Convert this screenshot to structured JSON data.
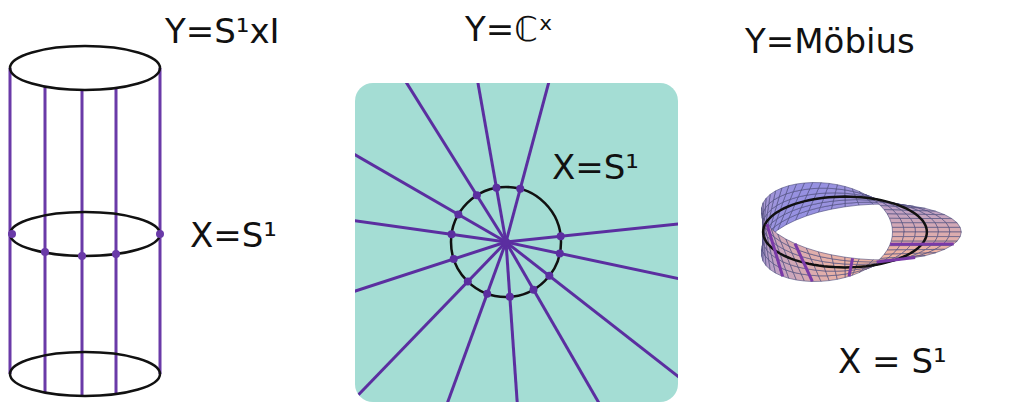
{
  "diagram": {
    "labels": [
      "Y=S¹xI",
      "X=S¹",
      "Y=ℂˣ",
      "X=S¹",
      "Y=Möbius",
      "X = S¹"
    ]
  }
}
